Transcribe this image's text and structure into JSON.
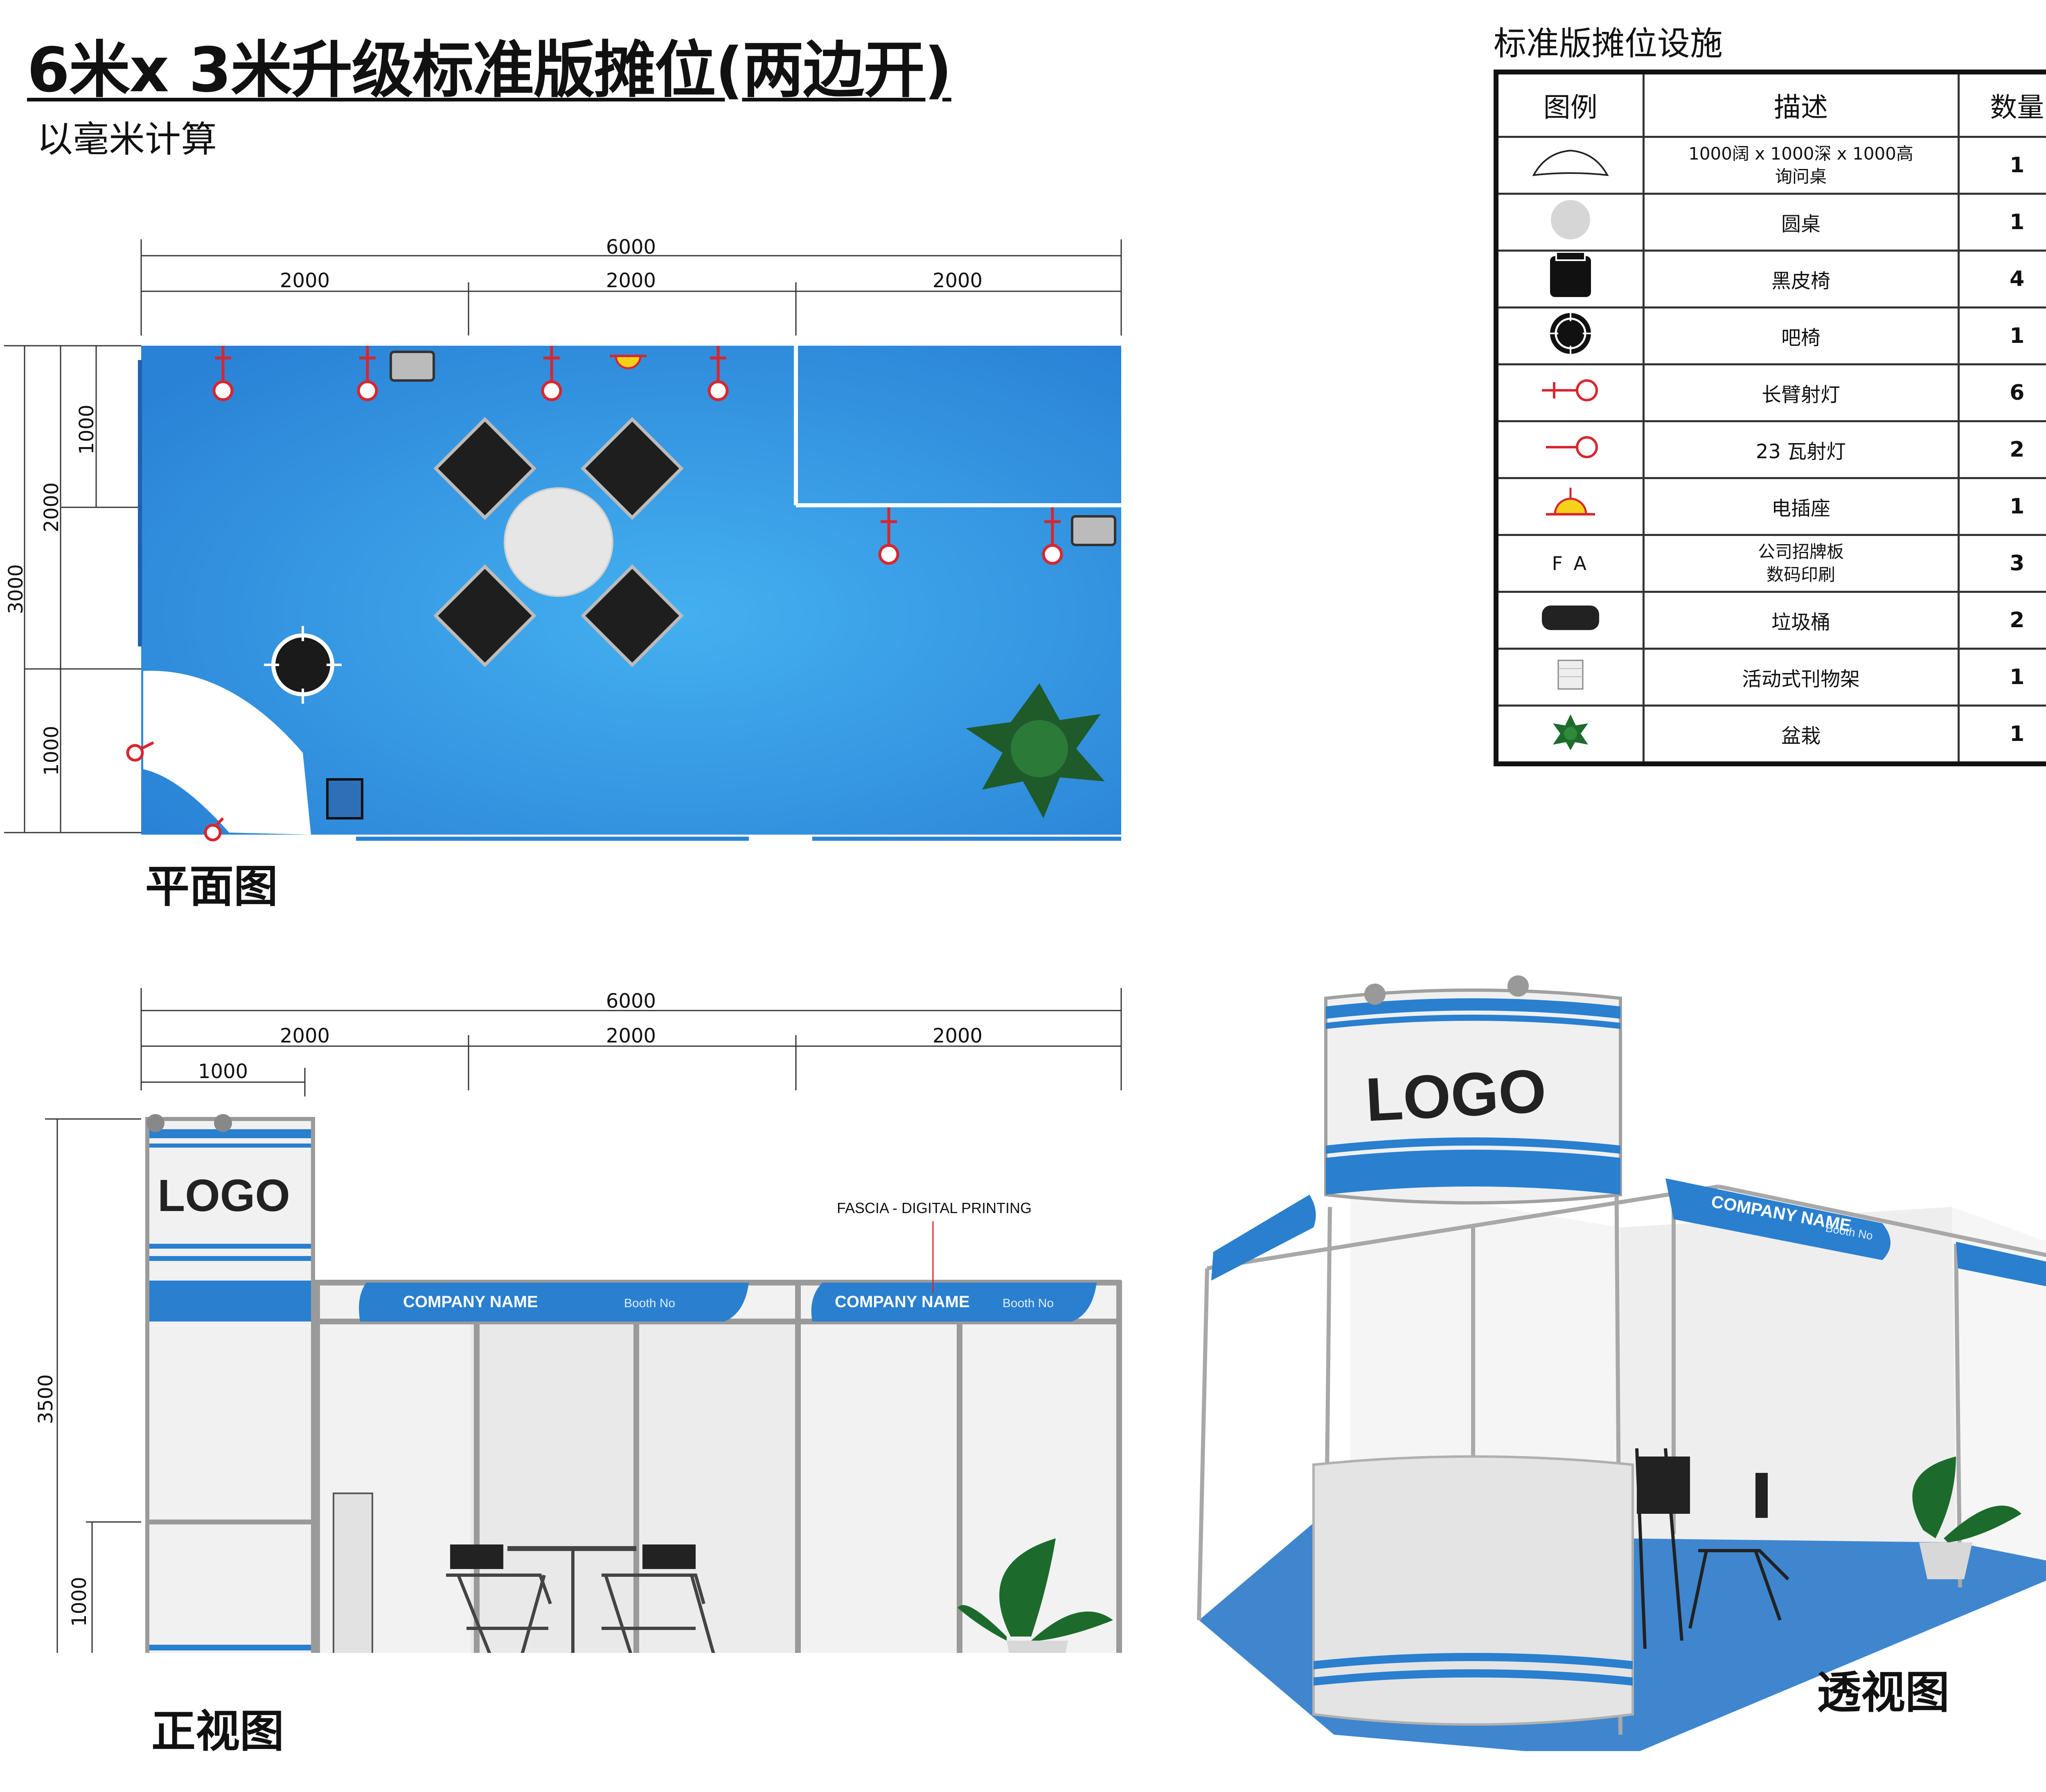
{
  "title": "6米x 3米升级标准版摊位(两边开)",
  "subtitle": "以毫米计算",
  "views": {
    "plan_label": "平面图",
    "front_label": "正视图",
    "perspective_label": "透视图"
  },
  "plan": {
    "total_width": "6000",
    "segments": [
      "2000",
      "2000",
      "2000"
    ],
    "depth_total": "3000",
    "depth_mid": "2000",
    "depth_top": "1000",
    "depth_bottom": "1000"
  },
  "front": {
    "total_width": "6000",
    "segments": [
      "2000",
      "2000",
      "2000"
    ],
    "first_segment": "1000",
    "height_total": "3500",
    "height_counter": "1000",
    "fascia_note": "FASCIA - DIGITAL PRINTING",
    "logo_text": "LOGO",
    "company_name": "COMPANY NAME",
    "booth_no": "Booth No"
  },
  "perspective": {
    "logo_text": "LOGO",
    "company_name": "COMPANY NAME",
    "booth_no": "Booth No"
  },
  "legend": {
    "title": "标准版摊位设施",
    "headers": {
      "icon": "图例",
      "desc": "描述",
      "qty": "数量"
    },
    "rows": [
      {
        "icon": "counter-desk-icon",
        "desc1": "1000阔 x 1000深 x 1000高",
        "desc2": "询问桌",
        "qty": "1"
      },
      {
        "icon": "round-table-icon",
        "desc1": "圆桌",
        "qty": "1"
      },
      {
        "icon": "leather-chair-icon",
        "desc1": "黑皮椅",
        "qty": "4"
      },
      {
        "icon": "bar-stool-icon",
        "desc1": "吧椅",
        "qty": "1"
      },
      {
        "icon": "long-arm-spotlight-icon",
        "desc1": "长臂射灯",
        "qty": "6"
      },
      {
        "icon": "spotlight-23w-icon",
        "desc1": "23 瓦射灯",
        "qty": "2"
      },
      {
        "icon": "power-socket-icon",
        "desc1": "电插座",
        "qty": "1"
      },
      {
        "icon": "fa-text",
        "icon_text": "F A",
        "desc1": "公司招牌板",
        "desc2": "数码印刷",
        "qty": "3"
      },
      {
        "icon": "trash-bin-icon",
        "desc1": "垃圾桶",
        "qty": "2"
      },
      {
        "icon": "brochure-rack-icon",
        "desc1": "活动式刊物架",
        "qty": "1"
      },
      {
        "icon": "potted-plant-icon",
        "desc1": "盆栽",
        "qty": "1"
      }
    ]
  },
  "colors": {
    "carpet": "#2f8ee0",
    "stripe": "#2a7fcf",
    "light_red": "#d8262f",
    "chair": "#222222",
    "frame": "#9a9a9a"
  }
}
